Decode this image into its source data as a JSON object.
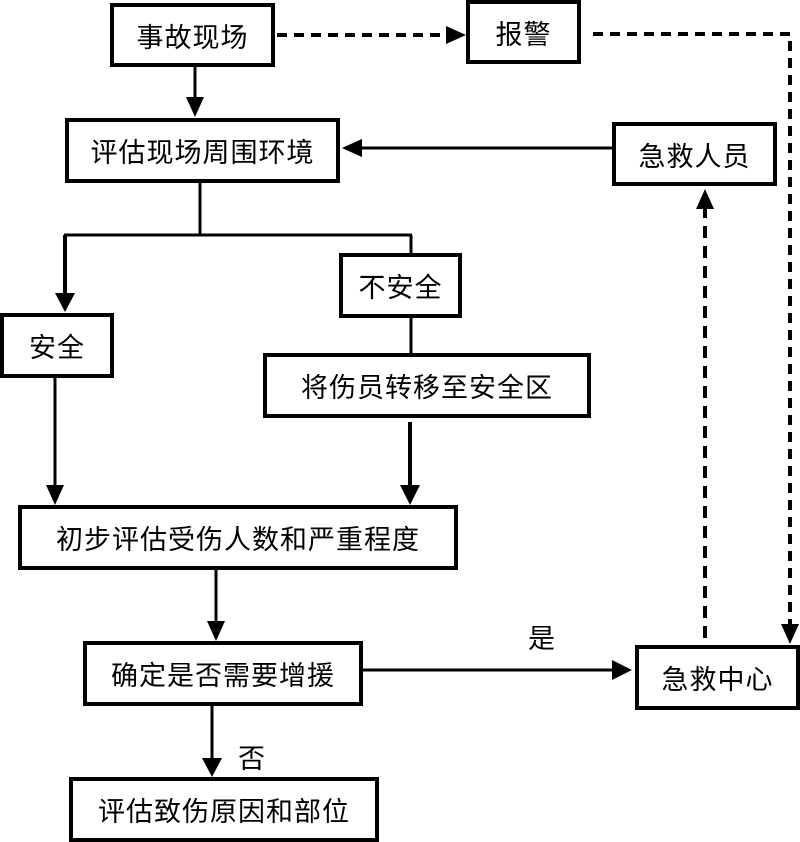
{
  "title": "现场急救流程图",
  "nodes": {
    "accident": "事故现场",
    "alarm": "报警",
    "assess_environment": "评估现场周围环境",
    "first_responders": "急救人员",
    "unsafe": "不安全",
    "safe": "安全",
    "transfer": "将伤员转移至安全区",
    "initial_assessment": "初步评估受伤人数和严重程度",
    "decide_reinforcement": "确定是否需要增援",
    "emergency_center": "急救中心",
    "assess_cause": "评估致伤原因和部位"
  },
  "edge_labels": {
    "yes": "是",
    "no": "否"
  },
  "edges": [
    {
      "from": "accident",
      "to": "alarm",
      "style": "dashed"
    },
    {
      "from": "alarm",
      "to": "emergency_center",
      "style": "dashed"
    },
    {
      "from": "emergency_center",
      "to": "first_responders",
      "style": "dashed"
    },
    {
      "from": "first_responders",
      "to": "assess_environment",
      "style": "solid"
    },
    {
      "from": "accident",
      "to": "assess_environment",
      "style": "solid"
    },
    {
      "from": "assess_environment",
      "to": "safe",
      "style": "solid"
    },
    {
      "from": "assess_environment",
      "to": "unsafe",
      "style": "solid"
    },
    {
      "from": "unsafe",
      "to": "transfer",
      "style": "solid"
    },
    {
      "from": "safe",
      "to": "initial_assessment",
      "style": "solid"
    },
    {
      "from": "transfer",
      "to": "initial_assessment",
      "style": "solid"
    },
    {
      "from": "initial_assessment",
      "to": "decide_reinforcement",
      "style": "solid"
    },
    {
      "from": "decide_reinforcement",
      "to": "emergency_center",
      "style": "solid",
      "label": "是"
    },
    {
      "from": "decide_reinforcement",
      "to": "assess_cause",
      "style": "solid",
      "label": "否"
    }
  ],
  "colors": {
    "stroke": "#000000",
    "background": "#ffffff"
  }
}
